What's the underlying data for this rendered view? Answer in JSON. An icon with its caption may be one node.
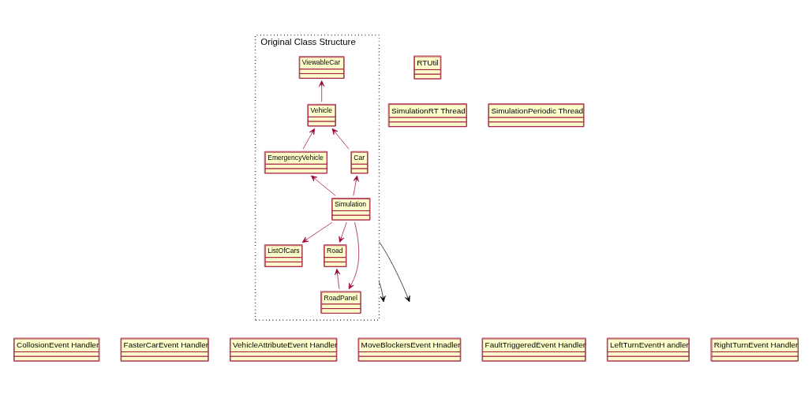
{
  "diagram": {
    "nodes": [
      {
        "text": [
          "Original Class Structure"
        ]
      },
      {
        "text": [
          "ViewableCar"
        ],
        "in": 0
      },
      {
        "text": [
          "Vehicle"
        ],
        "in": 0
      },
      {
        "text": [
          "EmergencyVehicle"
        ],
        "in": 0
      },
      {
        "text": [
          "Car"
        ],
        "in": 0
      },
      {
        "text": [
          "Simulation"
        ],
        "in": 0
      },
      {
        "text": [
          "ListOfCars"
        ],
        "in": 0
      },
      {
        "text": [
          "Road"
        ],
        "in": 0
      },
      {
        "text": [
          "RoadPanel"
        ],
        "in": 0
      },
      {
        "text": [
          "RTUtil"
        ]
      },
      {
        "text": [
          "SimulationRT Thread"
        ]
      },
      {
        "text": [
          "SimulationPeriodic Thread"
        ]
      },
      {
        "text": [
          "CollosionEvent Handler"
        ]
      },
      {
        "text": [
          "FasterCarEvent Handler"
        ]
      },
      {
        "text": [
          "VehicleAttributeEvent Handler"
        ]
      },
      {
        "text": [
          "MoveBlockersEvent Hnadler"
        ]
      },
      {
        "text": [
          "FaultTriggeredEvent Handler"
        ]
      },
      {
        "text": [
          "LeftTurnEventH andler"
        ]
      },
      {
        "text": [
          "RightTurnEvent Handler"
        ]
      }
    ],
    "edges": [
      {
        "from": 2,
        "to": 1,
        "arrow": "to"
      },
      {
        "from": 3,
        "to": 2,
        "arrow": "to"
      },
      {
        "from": 4,
        "to": 2,
        "arrow": "to"
      },
      {
        "from": 5,
        "to": 3,
        "arrow": "to"
      },
      {
        "from": 5,
        "to": 4,
        "arrow": "to"
      },
      {
        "from": 5,
        "to": 6,
        "arrow": "to"
      },
      {
        "from": 5,
        "to": 7,
        "arrow": "to"
      },
      {
        "from": 5,
        "to": 8,
        "arrow": "to"
      },
      {
        "from": 8,
        "to": 7,
        "arrow": "to"
      },
      {
        "from": 0,
        "to": null,
        "arrow": "to",
        "color": "#000000"
      },
      {
        "from": 0,
        "to": null,
        "arrow": "to",
        "color": "#000000"
      }
    ]
  }
}
